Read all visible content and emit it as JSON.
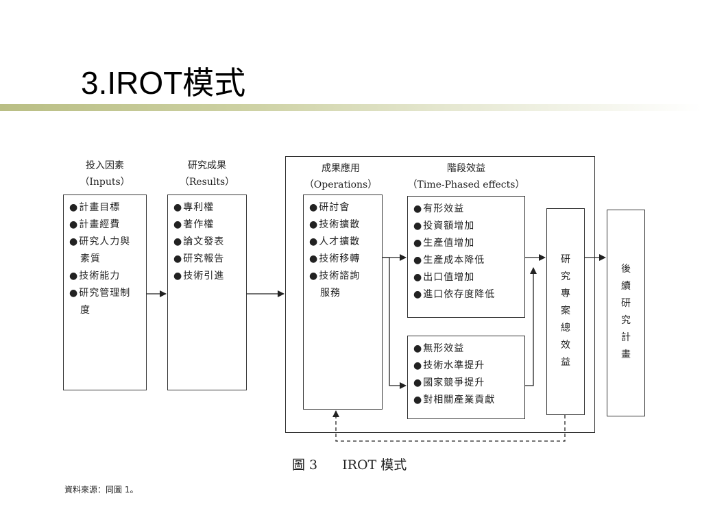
{
  "slide": {
    "title": "3.IROT模式"
  },
  "diagram": {
    "inputs": {
      "header_cn": "投入因素",
      "header_en": "（Inputs）",
      "items": [
        "計畫目標",
        "計畫經費",
        "研究人力與"
      ],
      "items_cont": "素質",
      "items2": [
        "技術能力",
        "研究管理制"
      ],
      "items2_cont": "度"
    },
    "results": {
      "header_cn": "研究成果",
      "header_en": "（Results）",
      "items": [
        "專利權",
        "著作權",
        "論文發表",
        "研究報告",
        "技術引進"
      ]
    },
    "operations": {
      "header_cn": "成果應用",
      "header_en": "（Operations）",
      "items": [
        "研討會",
        "技術擴散",
        "人才擴散",
        "技術移轉",
        "技術諮詢"
      ],
      "items_cont": "服務"
    },
    "effects": {
      "header_cn": "階段效益",
      "header_en": "（Time-Phased effects）",
      "tangible": [
        "有形效益",
        "投資額增加",
        "生產值增加",
        "生產成本降低",
        "出口值增加",
        "進口依存度降低"
      ],
      "intangible": [
        "無形效益",
        "技術水準提升",
        "國家競爭提升",
        "對相關產業貢獻"
      ]
    },
    "total_benefit": [
      "研",
      "究",
      "專",
      "案",
      "總",
      "效",
      "益"
    ],
    "follow_up": [
      "後",
      "續",
      "研",
      "究",
      "計",
      "畫"
    ]
  },
  "caption": {
    "figure_label": "圖 3",
    "figure_title": "IROT 模式"
  },
  "source_note": "資料來源：同圖 1。"
}
